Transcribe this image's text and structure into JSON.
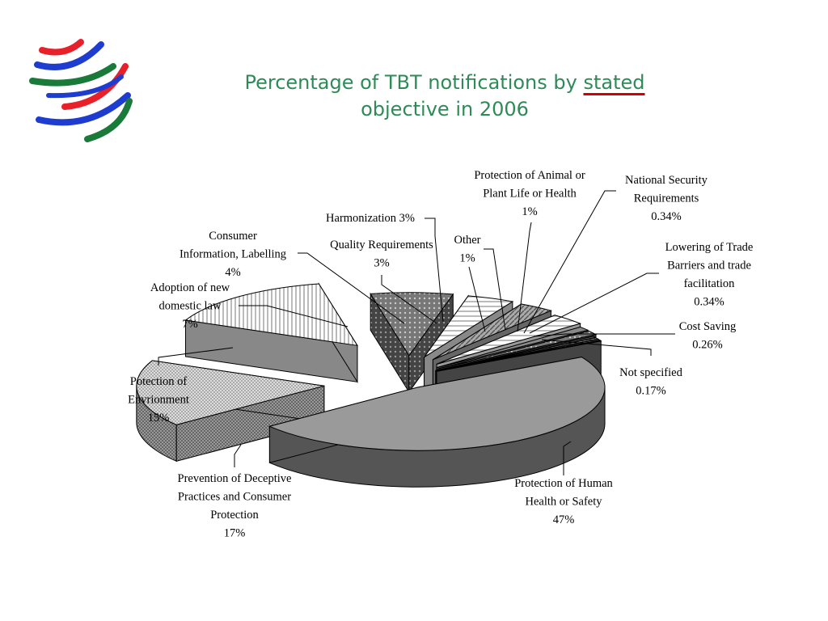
{
  "title": {
    "line1_pre": "Percentage of TBT notifications by",
    "line1_hl": "stated",
    "line2": "objective in 2006"
  },
  "logo": {
    "icon": "wto-logo-icon",
    "colors": [
      "#e8202a",
      "#1e3ccf",
      "#1a7a3a"
    ]
  },
  "chart_data": {
    "type": "pie",
    "variant": "3d-exploded",
    "title": "Percentage of TBT notifications by stated objective in 2006",
    "slices": [
      {
        "label": "Protection of Human Health or Safety",
        "value_label": "47%",
        "value": 47
      },
      {
        "label": "Prevention of Deceptive Practices and Consumer Protection",
        "value_label": "17%",
        "value": 17
      },
      {
        "label": "Potection of Envrionment",
        "value_label": "15%",
        "value": 15
      },
      {
        "label": "Adoption of new domestic law",
        "value_label": "7%",
        "value": 7
      },
      {
        "label": "Consumer Information, Labelling",
        "value_label": "4%",
        "value": 4
      },
      {
        "label": "Harmonization",
        "value_label": "3%",
        "value": 3
      },
      {
        "label": "Quality Requirements",
        "value_label": "3%",
        "value": 3
      },
      {
        "label": "Other",
        "value_label": "1%",
        "value": 1
      },
      {
        "label": "Protection of Animal or Plant Life or Health",
        "value_label": "1%",
        "value": 1
      },
      {
        "label": "National Security Requirements",
        "value_label": "0.34%",
        "value": 0.34
      },
      {
        "label": "Lowering of Trade Barriers and trade facilitation",
        "value_label": "0.34%",
        "value": 0.34
      },
      {
        "label": "Cost Saving",
        "value_label": "0.26%",
        "value": 0.26
      },
      {
        "label": "Not specified",
        "value_label": "0.17%",
        "value": 0.17
      }
    ]
  },
  "labels": {
    "human": [
      "Protection of Human",
      "Health or Safety",
      "47%"
    ],
    "deceptive": [
      "Prevention of Deceptive",
      "Practices and Consumer",
      "Protection",
      "17%"
    ],
    "env": [
      "Potection of",
      "Envrionment",
      "15%"
    ],
    "adoption": [
      "Adoption of new",
      "domestic law",
      "7%"
    ],
    "consumer": [
      "Consumer",
      "Information, Labelling",
      "4%"
    ],
    "harmonization": [
      "Harmonization 3%"
    ],
    "quality": [
      "Quality Requirements",
      "3%"
    ],
    "other": [
      "Other",
      "1%"
    ],
    "animal": [
      "Protection of Animal or",
      "Plant Life or Health",
      "1%"
    ],
    "security": [
      "National Security",
      "Requirements",
      "0.34%"
    ],
    "lowering": [
      "Lowering of Trade",
      "Barriers and trade",
      "facilitation",
      "0.34%"
    ],
    "cost": [
      "Cost Saving",
      "0.26%"
    ],
    "notspec": [
      "Not specified",
      "0.17%"
    ]
  }
}
